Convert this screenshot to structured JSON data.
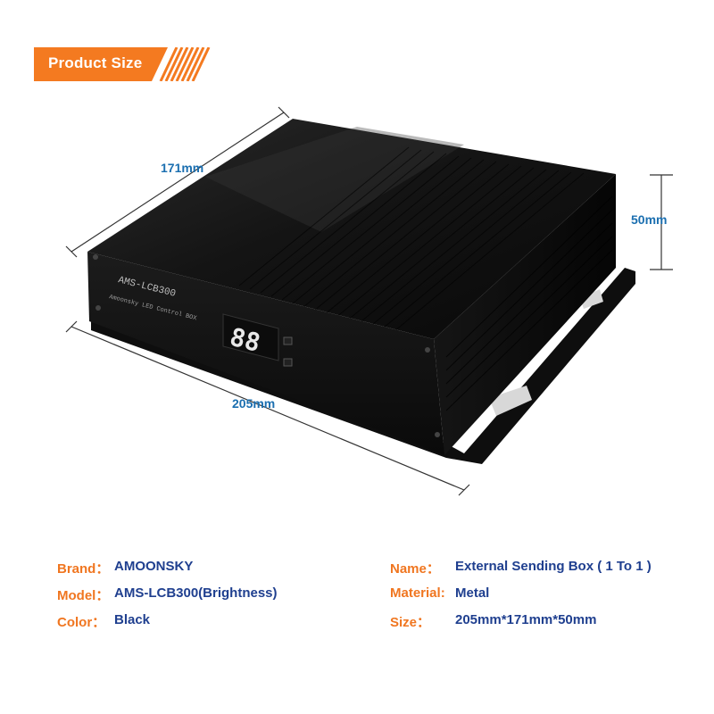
{
  "banner": {
    "label": "Product Size",
    "color": "#f47a20"
  },
  "dimensions": {
    "depth": "171mm",
    "height": "50mm",
    "width": "205mm"
  },
  "device": {
    "front_model": "AMS-LCB300",
    "front_subtitle": "Amoonsky LED Control BOX",
    "display": "88"
  },
  "specs_left": [
    {
      "key": "Brand：",
      "value": "AMOONSKY"
    },
    {
      "key": "Model：",
      "value": "AMS-LCB300(Brightness)"
    },
    {
      "key": "Color：",
      "value": "Black"
    }
  ],
  "specs_right": [
    {
      "key": "Name：",
      "value": "External Sending Box ( 1 To 1 )"
    },
    {
      "key": "Material:",
      "value": "Metal"
    },
    {
      "key": "Size：",
      "value": "205mm*171mm*50mm"
    }
  ],
  "colors": {
    "key": "#f07620",
    "value": "#1f3f8f",
    "dimension": "#1b6fb0",
    "device": "#121212"
  }
}
